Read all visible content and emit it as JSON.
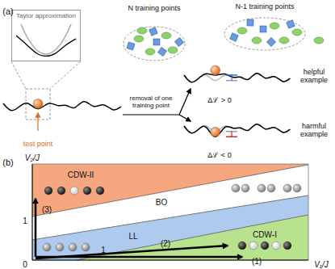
{
  "diagram": {
    "nodes": [
      {
        "text": [
          "Taylor approximation"
        ]
      },
      {
        "text": [
          "N training points"
        ]
      },
      {
        "text": [
          "N-1 training points"
        ]
      },
      {
        "text": [
          "CDW-II"
        ]
      },
      {
        "text": [
          "BO"
        ]
      },
      {
        "text": [
          "LL"
        ]
      },
      {
        "text": [
          "CDW-I"
        ]
      }
    ],
    "labels": [
      "(a)",
      "test point",
      "removal of one training point",
      "Δℒ > 0",
      "helpful example",
      "Δℒ < 0",
      "harmful example",
      "(b)",
      "V₂/J",
      "0",
      "1",
      "1",
      "V₁/J",
      "(1)",
      "(2)",
      "(3)"
    ]
  }
}
